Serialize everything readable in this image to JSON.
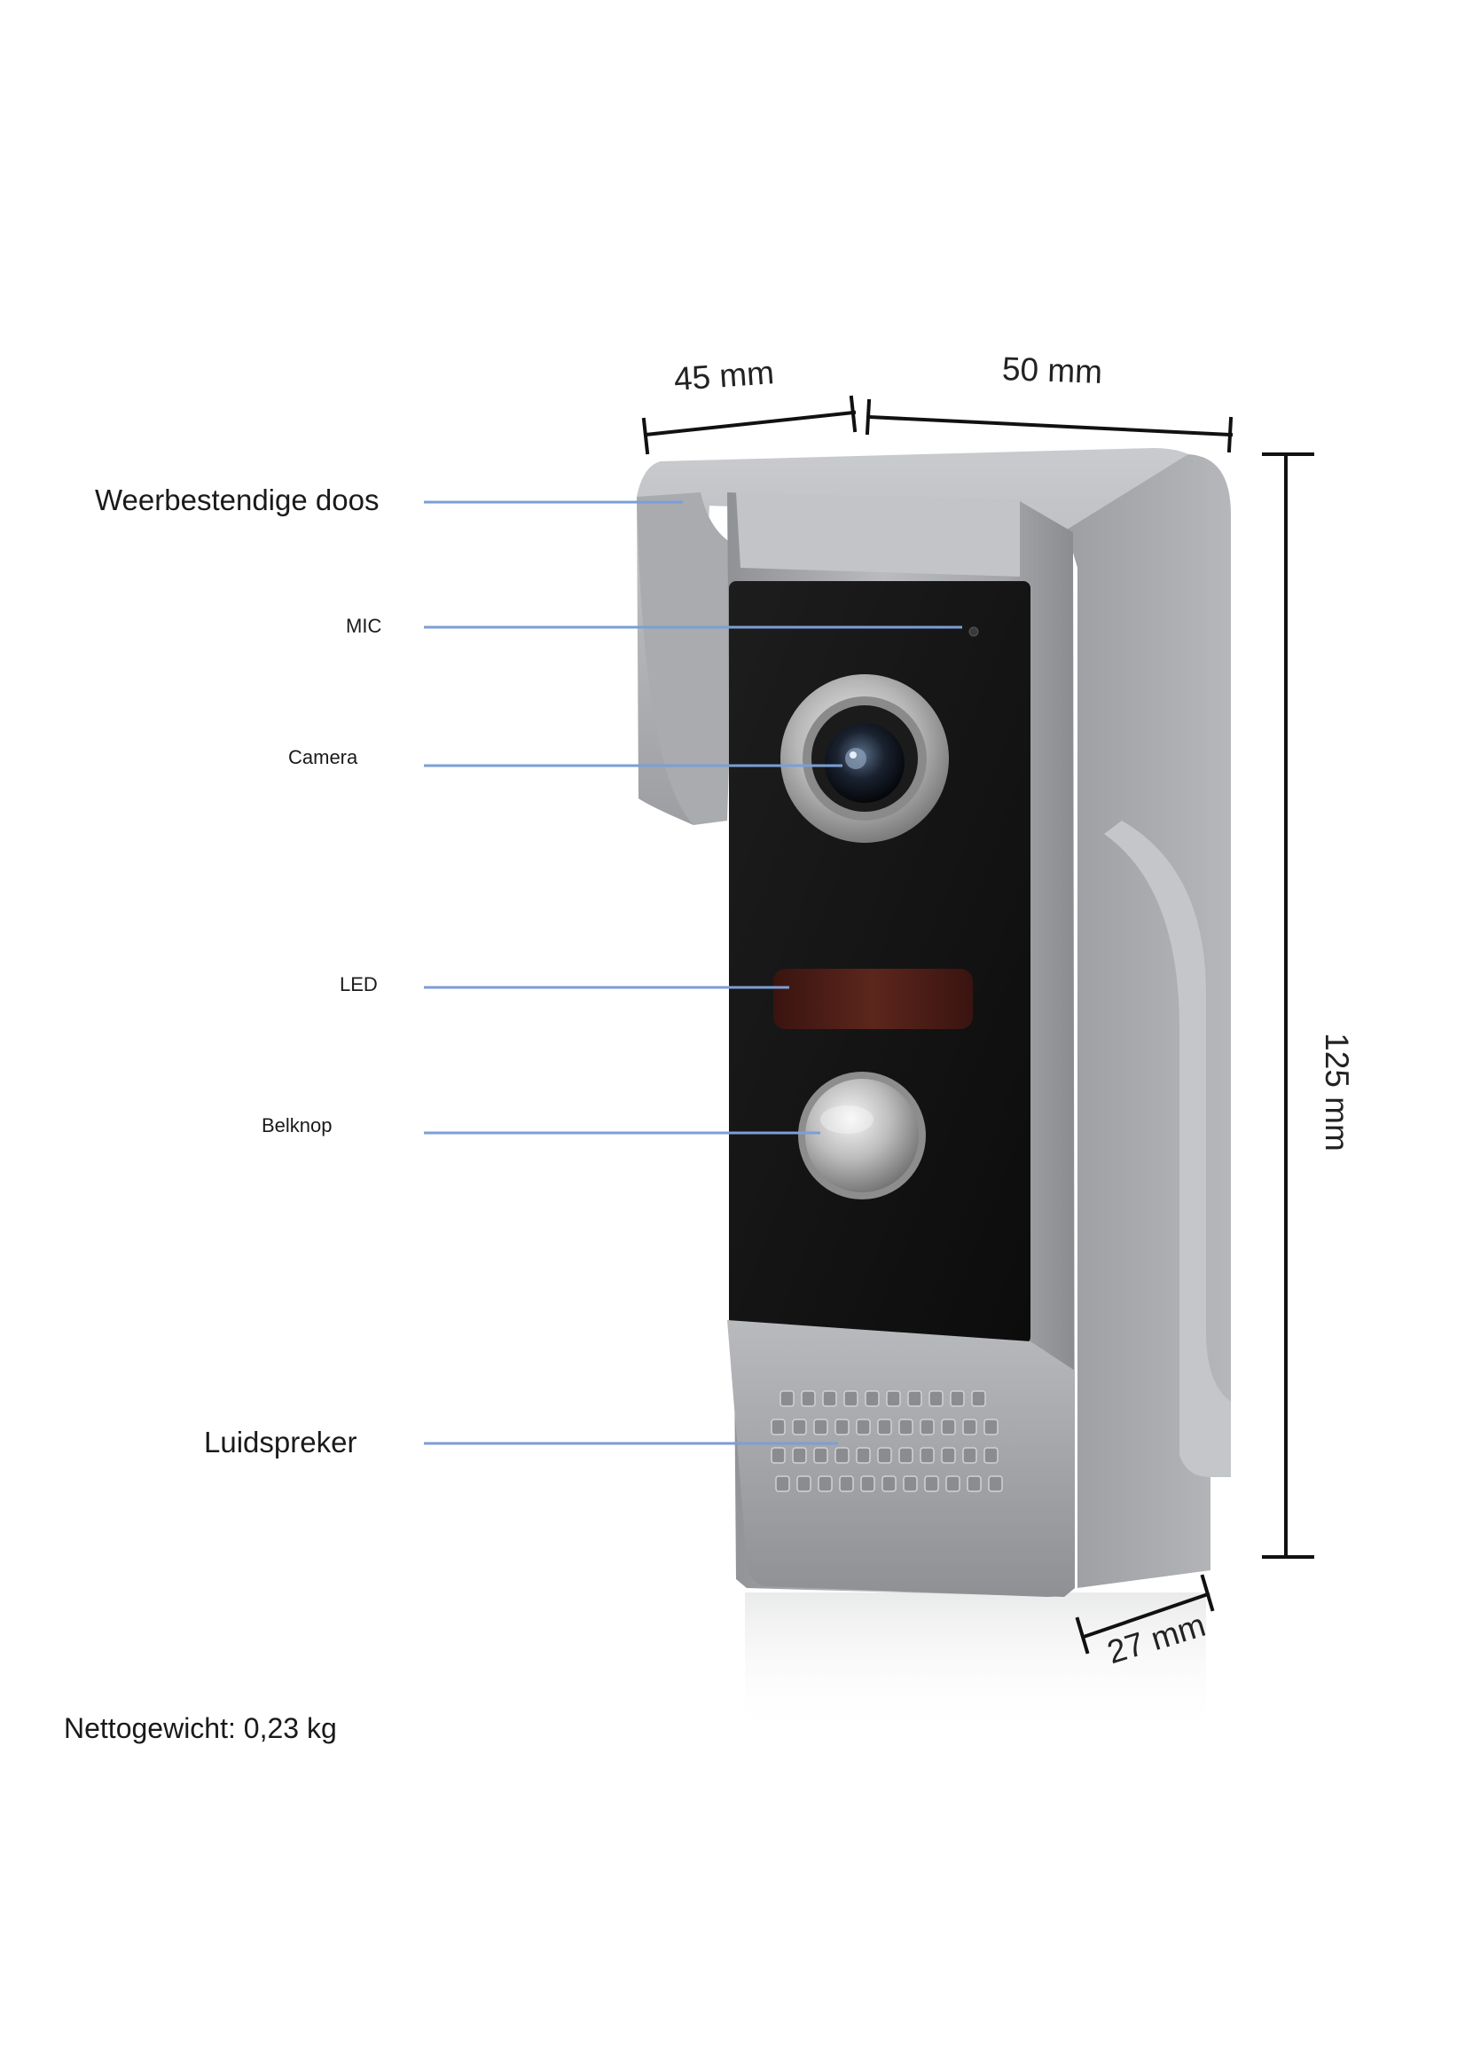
{
  "labels": {
    "weatherproof_box": "Weerbestendige doos",
    "mic": "MIC",
    "camera": "Camera",
    "led": "LED",
    "bell_button": "Belknop",
    "speaker": "Luidspreker"
  },
  "dimensions": {
    "depth_top": "45 mm",
    "width": "50 mm",
    "height": "125 mm",
    "bottom_depth": "27 mm"
  },
  "net_weight": "Nettogewicht: 0,23 kg",
  "colors": {
    "callout_line": "#7b9fd6",
    "housing_silver": "#a7a9ac",
    "front_panel": "#121212",
    "led_window": "#4a1c14"
  }
}
